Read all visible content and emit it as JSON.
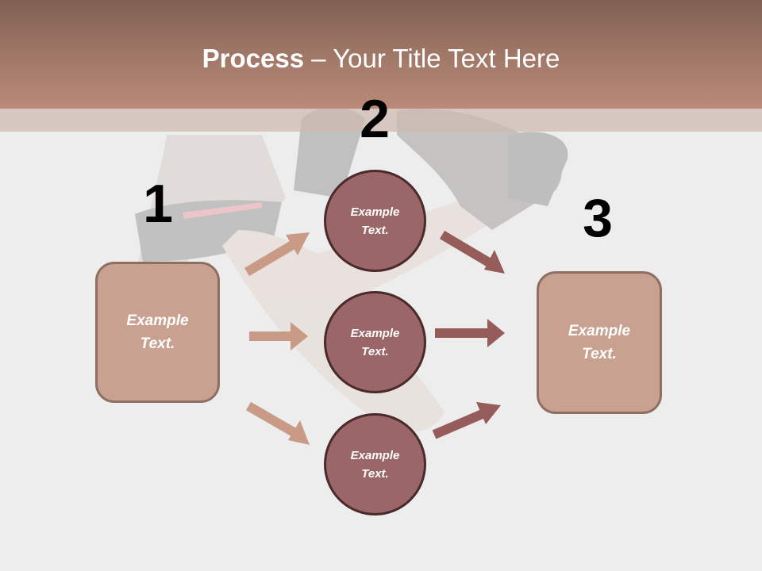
{
  "slide": {
    "title_bold": "Process",
    "title_rest": " – Your Title Text Here",
    "colors": {
      "header_top": "#7f6153",
      "header_bottom": "#ba8a78",
      "box_fill": "#c9a191",
      "box_border": "#8f6e63",
      "circle_fill": "#9b6667",
      "circle_border": "#4a2a2b",
      "arrow_light": "#c99a86",
      "arrow_dark": "#965c5a",
      "background": "#ededed"
    }
  },
  "steps": [
    {
      "number": "1",
      "label": "Example Text."
    },
    {
      "number": "2",
      "items": [
        {
          "label": "Example Text."
        },
        {
          "label": "Example Text."
        },
        {
          "label": "Example Text."
        }
      ]
    },
    {
      "number": "3",
      "label": "Example Text."
    }
  ]
}
